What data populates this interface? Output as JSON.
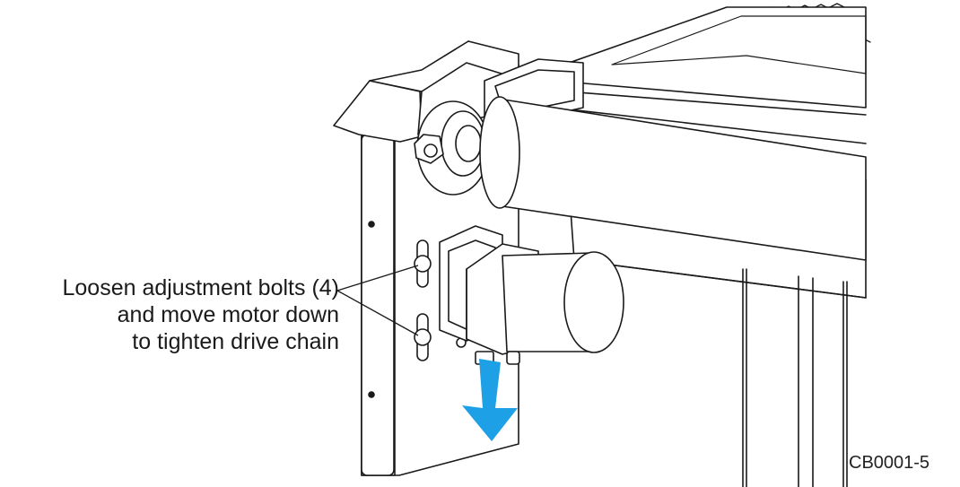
{
  "callout": {
    "lines": [
      "Loosen adjustment bolts (4)",
      "and move motor down",
      "to tighten drive chain"
    ]
  },
  "figure_id": "CB0001-5",
  "colors": {
    "arrow": "#1ea0e6",
    "line": "#1a1a1a",
    "fill": "#ffffff"
  }
}
